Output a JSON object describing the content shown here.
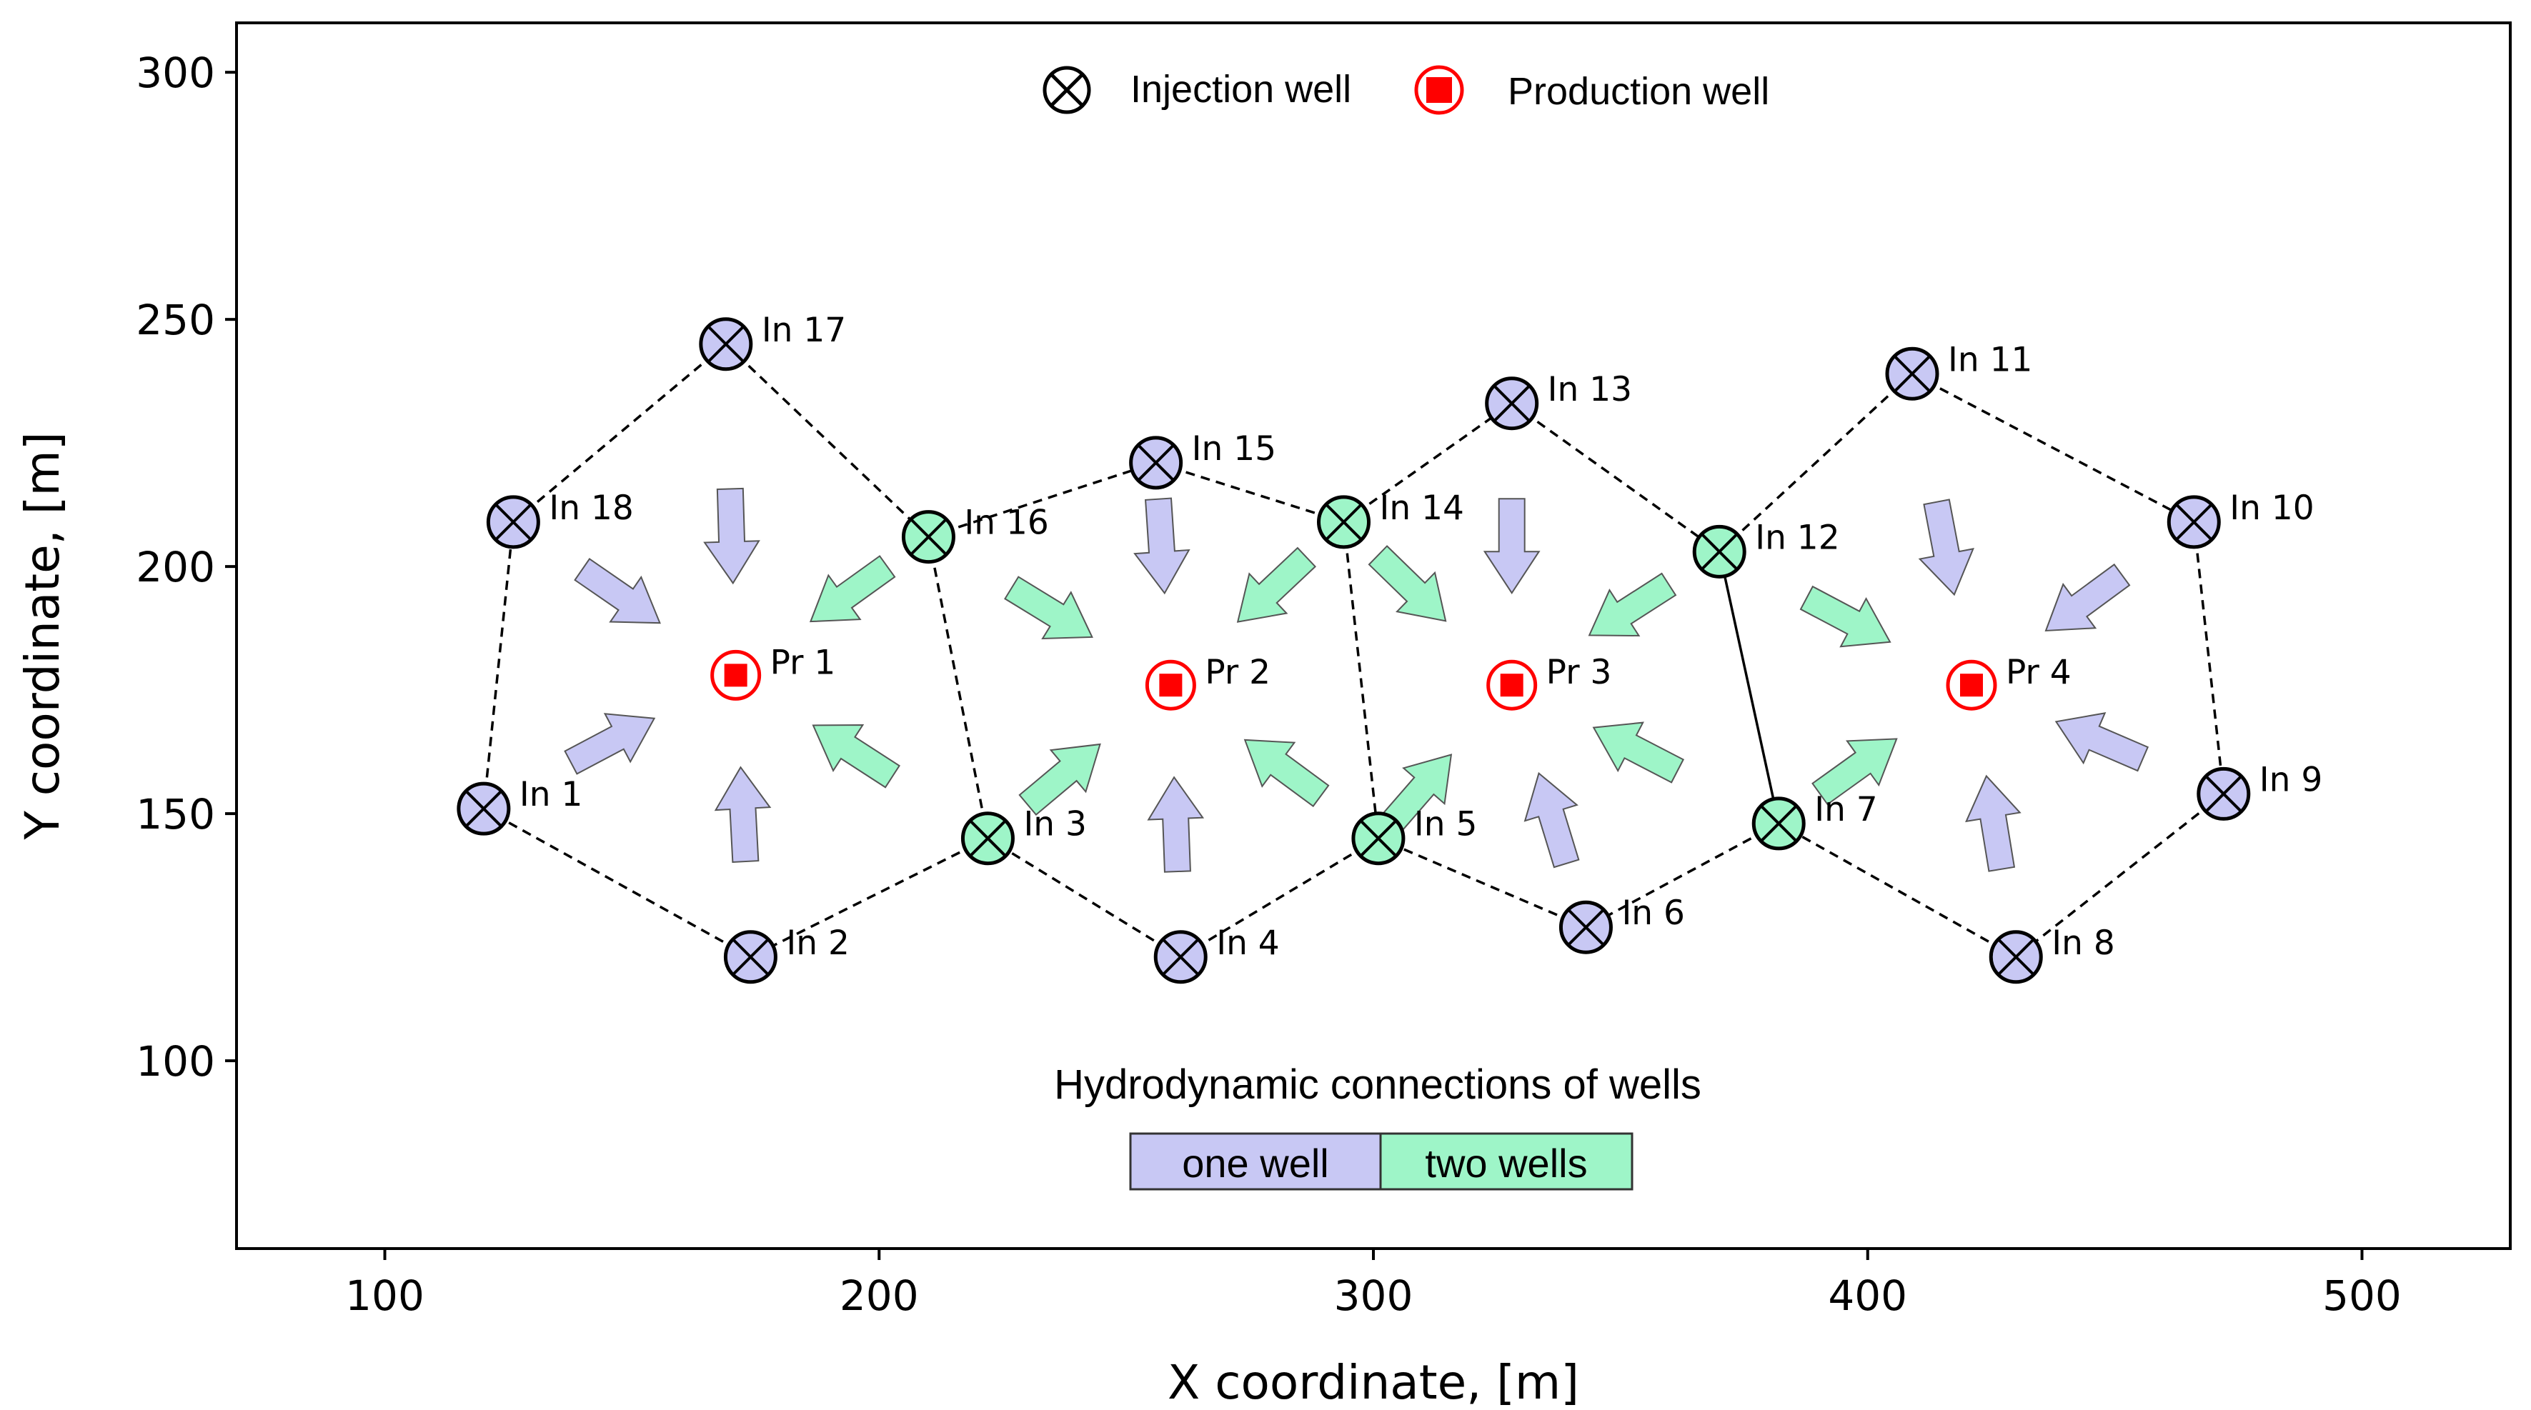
{
  "chart_data": {
    "type": "scatter",
    "xlabel": "X coordinate, [m]",
    "ylabel": "Y coordinate, [m]",
    "xlim": [
      70,
      530
    ],
    "ylim": [
      62,
      310
    ],
    "xticks": [
      100,
      200,
      300,
      400,
      500
    ],
    "yticks": [
      100,
      150,
      200,
      250,
      300
    ],
    "grid": false,
    "colors": {
      "one_well": "#c8c8f4",
      "two_wells": "#9ef5c8",
      "production": "#ff0000",
      "frame": "#000000"
    },
    "legend": {
      "placement": "top-center",
      "injection_label": "Injection well",
      "production_label": "Production well"
    },
    "hydrodynamic_legend": {
      "title": "Hydrodynamic connections of wells",
      "one_well_label": "one well",
      "two_wells_label": "two wells"
    },
    "production_wells": [
      {
        "label": "Pr 1",
        "x": 171,
        "y": 178
      },
      {
        "label": "Pr 2",
        "x": 259,
        "y": 176
      },
      {
        "label": "Pr 3",
        "x": 328,
        "y": 176
      },
      {
        "label": "Pr 4",
        "x": 421,
        "y": 176
      }
    ],
    "injection_wells": [
      {
        "label": "In 1",
        "x": 120,
        "y": 151,
        "connection": "one well"
      },
      {
        "label": "In 2",
        "x": 174,
        "y": 121,
        "connection": "one well"
      },
      {
        "label": "In 3",
        "x": 222,
        "y": 145,
        "connection": "two wells"
      },
      {
        "label": "In 4",
        "x": 261,
        "y": 121,
        "connection": "one well"
      },
      {
        "label": "In 5",
        "x": 301,
        "y": 145,
        "connection": "two wells"
      },
      {
        "label": "In 6",
        "x": 343,
        "y": 127,
        "connection": "one well"
      },
      {
        "label": "In 7",
        "x": 382,
        "y": 148,
        "connection": "two wells"
      },
      {
        "label": "In 8",
        "x": 430,
        "y": 121,
        "connection": "one well"
      },
      {
        "label": "In 9",
        "x": 472,
        "y": 154,
        "connection": "one well"
      },
      {
        "label": "In 10",
        "x": 466,
        "y": 209,
        "connection": "one well"
      },
      {
        "label": "In 11",
        "x": 409,
        "y": 239,
        "connection": "one well"
      },
      {
        "label": "In 12",
        "x": 370,
        "y": 203,
        "connection": "two wells"
      },
      {
        "label": "In 13",
        "x": 328,
        "y": 233,
        "connection": "one well"
      },
      {
        "label": "In 14",
        "x": 294,
        "y": 209,
        "connection": "two wells"
      },
      {
        "label": "In 15",
        "x": 256,
        "y": 221,
        "connection": "one well"
      },
      {
        "label": "In 16",
        "x": 210,
        "y": 206,
        "connection": "two wells"
      },
      {
        "label": "In 17",
        "x": 169,
        "y": 245,
        "connection": "one well"
      },
      {
        "label": "In 18",
        "x": 126,
        "y": 209,
        "connection": "one well"
      }
    ],
    "patterns": [
      {
        "producer": "Pr 1",
        "ring": [
          "In 1",
          "In 18",
          "In 17",
          "In 16",
          "In 3",
          "In 2"
        ]
      },
      {
        "producer": "Pr 2",
        "ring": [
          "In 3",
          "In 16",
          "In 15",
          "In 14",
          "In 5",
          "In 4"
        ]
      },
      {
        "producer": "Pr 3",
        "ring": [
          "In 5",
          "In 14",
          "In 13",
          "In 12",
          "In 7",
          "In 6"
        ]
      },
      {
        "producer": "Pr 4",
        "ring": [
          "In 7",
          "In 12",
          "In 11",
          "In 10",
          "In 9",
          "In 8"
        ]
      }
    ],
    "solid_links": [
      [
        "In 12",
        "In 7"
      ]
    ],
    "flow_arrows": [
      {
        "from": "In 18",
        "to": "Pr 1"
      },
      {
        "from": "In 17",
        "to": "Pr 1"
      },
      {
        "from": "In 16",
        "to": "Pr 1"
      },
      {
        "from": "In 1",
        "to": "Pr 1"
      },
      {
        "from": "In 2",
        "to": "Pr 1"
      },
      {
        "from": "In 3",
        "to": "Pr 1"
      },
      {
        "from": "In 16",
        "to": "Pr 2"
      },
      {
        "from": "In 15",
        "to": "Pr 2"
      },
      {
        "from": "In 14",
        "to": "Pr 2"
      },
      {
        "from": "In 3",
        "to": "Pr 2"
      },
      {
        "from": "In 4",
        "to": "Pr 2"
      },
      {
        "from": "In 5",
        "to": "Pr 2"
      },
      {
        "from": "In 14",
        "to": "Pr 3"
      },
      {
        "from": "In 13",
        "to": "Pr 3"
      },
      {
        "from": "In 12",
        "to": "Pr 3"
      },
      {
        "from": "In 5",
        "to": "Pr 3"
      },
      {
        "from": "In 6",
        "to": "Pr 3"
      },
      {
        "from": "In 7",
        "to": "Pr 3"
      },
      {
        "from": "In 12",
        "to": "Pr 4"
      },
      {
        "from": "In 11",
        "to": "Pr 4"
      },
      {
        "from": "In 10",
        "to": "Pr 4"
      },
      {
        "from": "In 7",
        "to": "Pr 4"
      },
      {
        "from": "In 8",
        "to": "Pr 4"
      },
      {
        "from": "In 9",
        "to": "Pr 4"
      }
    ]
  }
}
